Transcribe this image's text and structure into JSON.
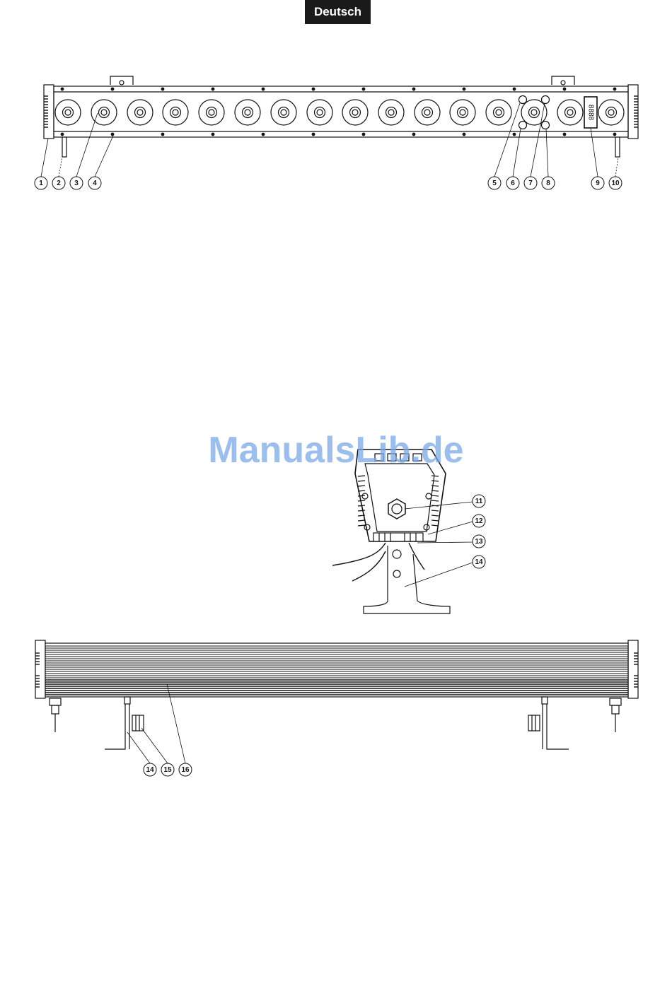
{
  "header": {
    "language_badge": "Deutsch"
  },
  "watermark": "ManualsLib.de",
  "callouts_front": [
    "1",
    "2",
    "3",
    "4",
    "5",
    "6",
    "7",
    "8",
    "9",
    "10"
  ],
  "display_digits": "8888",
  "callouts_side": [
    "11",
    "12",
    "13",
    "14"
  ],
  "callouts_rear": [
    "14",
    "15",
    "16"
  ]
}
